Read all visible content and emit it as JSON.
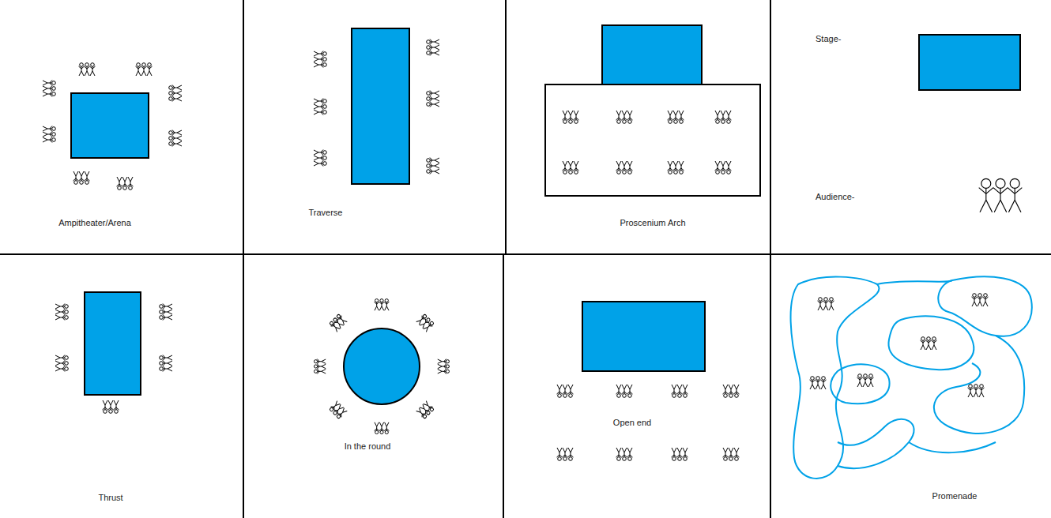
{
  "diagram": {
    "labels": [
      "Ampitheater/Arena",
      "Traverse",
      "Proscenium Arch",
      "Thrust",
      "In the round",
      "Open end",
      "Promenade"
    ],
    "legend": [
      {
        "text": "Stage-",
        "color": "#00a2e8"
      },
      {
        "text": "Audience-"
      }
    ]
  }
}
